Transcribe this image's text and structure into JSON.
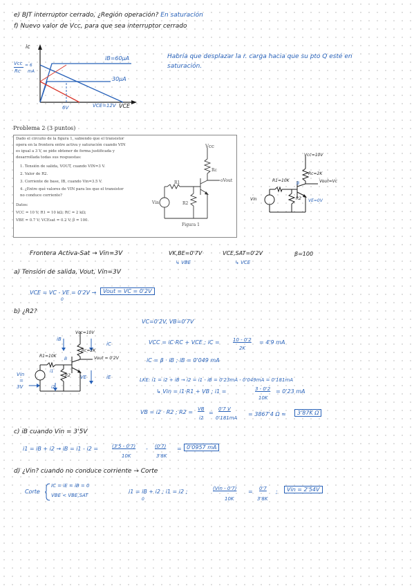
{
  "lines": {
    "e": "e) BJT interruptor cerrado, ¿Región operación?",
    "e_answer": "En saturación",
    "f": "f) Nuevo valor de Vcc, para que sea interruptor cerrado",
    "f_answer_1": "Habría que desplazar la r. carga hacia que su pto Q esté en",
    "f_answer_2": "saturación."
  },
  "graph": {
    "y_axis": "ic",
    "y_tick_top": "Vcc",
    "y_tick_bottom": "Rc",
    "y_tick_value": "= 6",
    "y_tick_unit": "mA",
    "curve_top": "iB=60μA",
    "curve_mid": "30μA",
    "x_tick_6v": "6V",
    "x_tick_vce": "VCE=12V",
    "x_axis": "VCE"
  },
  "problem": {
    "title": "Problema 2 (3 puntos)",
    "lines": [
      "Dado el circuito de la figura 1, sabiendo que el transistor",
      "opera en la frontera entre activa y saturación cuando VIN",
      "es igual a 3 V, se pide obtener de forma justificada y",
      "desarrollada todas sus respuestas:",
      "1.   Tensión de salida, VOUT, cuando VIN=3 V.",
      "2.   Valor de R2.",
      "3.   Corriente de base, IB, cuando Vin=3.5 V.",
      "4.   ¿Entre qué valores de VIN para los que el transistor",
      "       no conduce corriente?",
      "Datos:",
      "VCC = 10 V; R1 = 10 kΩ; RC = 2 kΩ;",
      "VBE = 0.7 V; VCEsat = 0.2 V; β = 100."
    ],
    "fig_vcc": "Vcc",
    "fig_rc": "Rc",
    "fig_r1": "R1",
    "fig_r2": "R2",
    "fig_vin": "Vin",
    "fig_vout": "oVout",
    "fig_caption": "Figura 1"
  },
  "circuit1": {
    "vcc": "Vcc=10V",
    "rc": "Rc=2K",
    "r1": "R1=10K",
    "b": "B",
    "vout": "Vout=Vc",
    "r2": "R2",
    "ve": "VE=0V",
    "vin": "Vin"
  },
  "frontier": {
    "title": "Frontera Activa-Sat → Vin=3V",
    "vbe": "VK,BE=0'7V",
    "vbe_note": "↳ VBE",
    "vcesat": "VCE,SAT=0'2V",
    "vcesat_note": "↳ VCE",
    "beta": "β=100"
  },
  "part_a": {
    "title": "a) Tensión de salida, Vout, Vin=3V",
    "equation": "VCE = VC - VE = 0'2V →",
    "ve_zero": "0",
    "result": "Vout = VC = 0'2V"
  },
  "part_b": {
    "title": "b) ¿R2?",
    "vc_vb": "VC=0'2V, VB=0'7V",
    "kvl": "VCC = iC·RC + VCE ;  iC =",
    "ic_num": "10 - 0'2",
    "ic_den": "2K",
    "ic_result": "= 4'9 mA",
    "ib": "iC = β · iB ;  iB = 0'049 mA",
    "lke": "LKE: i1 = i2 + iB → i2 = i1 - iB = 0'23mA - 0'049mA = 0'181mA",
    "vin_eq": "↳ Vin = i1·R1 + VB ;  i1 =",
    "i1_num": "3 - 0'2",
    "i1_den": "10K",
    "i1_result": "= 0'23 mA",
    "vb_eq": "VB = i2 · R2 ;  R2 =",
    "r2_num1": "VB",
    "r2_den1": "i2",
    "r2_eq": "=",
    "r2_num2": "0'7 V",
    "r2_den2": "0'181mA",
    "r2_val": "= 3867'4 Ω ≈",
    "r2_result": "3'87K Ω"
  },
  "circuit2": {
    "vcc": "Vcc=10V",
    "ib": "iB",
    "rc": "Rc=2K",
    "ic": "iC",
    "r1": "R1=10K",
    "b": "B",
    "vout": "Vout = 0'2V",
    "i1": "i1",
    "r2": "R2",
    "ve": "VE",
    "ie": "iE",
    "vin": "Vin",
    "vin_eq": "=",
    "vin_val": "3V",
    "i2": "i2"
  },
  "part_c": {
    "title": "c) iB cuando Vin = 3'5V",
    "eq": "i1 = iB + i2 → iB = i1 - i2 =",
    "n1": "(3'5 - 0'7)",
    "d1": "10K",
    "minus": "-",
    "n2": "(0'7)",
    "d2": "3'8K",
    "eq2": "=",
    "result": "0'0957 mA"
  },
  "part_d": {
    "title": "d) ¿Vin? cuando no conduce corriente → Corte",
    "corte": "Corte",
    "c1": "IC = iE = iB = 0",
    "c2": "VBE < VBE,SAT",
    "eq1": "i1 = iB + i2 ;  i1 = i2 ;",
    "eq1_zero": "0",
    "n1": "(Vin - 0'7)",
    "d1": "10K",
    "eq_mid": "=",
    "n2": "0'7",
    "d2": "3'8K",
    "semi": ";",
    "result": "Vin = 2'54V"
  },
  "colors": {
    "ink": "#1a1a1a",
    "blue": "#2660b8",
    "red": "#d9362b"
  }
}
